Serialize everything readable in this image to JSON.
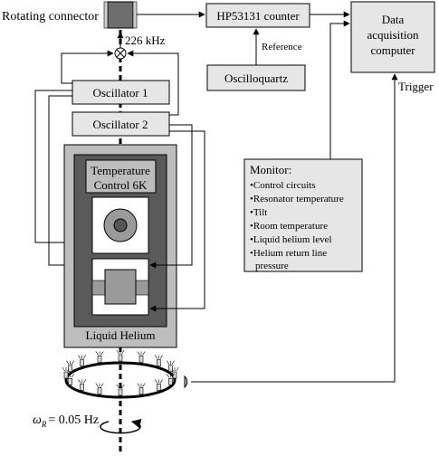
{
  "labels": {
    "rotating_connector": "Rotating connector",
    "counter": "HP53131 counter",
    "data_acq_line1": "Data",
    "data_acq_line2": "acquisition",
    "data_acq_line3": "computer",
    "frequency": "226 kHz",
    "reference": "Reference",
    "oscilloquartz": "Oscilloquartz",
    "trigger": "Trigger",
    "oscillator1": "Oscillator 1",
    "oscillator2": "Oscillator 2",
    "temp_control_line1": "Temperature",
    "temp_control_line2": "Control 6K",
    "liquid_helium": "Liquid Helium",
    "omega_symbol": "ω",
    "omega_sub": "R",
    "omega_value": "= 0.05 Hz"
  },
  "monitor": {
    "title": "Monitor:",
    "items": [
      "•Control circuits",
      "•Resonator temperature",
      "•Tilt",
      "•Room temperature",
      "•Liquid helium level",
      "•Helium return line",
      "pressure"
    ]
  },
  "colors": {
    "box_light": "#e6e6e6",
    "box_medium": "#bdbdbd",
    "dewar_dark": "#5a5a5a",
    "connector": "#6e6e6e",
    "stroke": "#000000"
  }
}
